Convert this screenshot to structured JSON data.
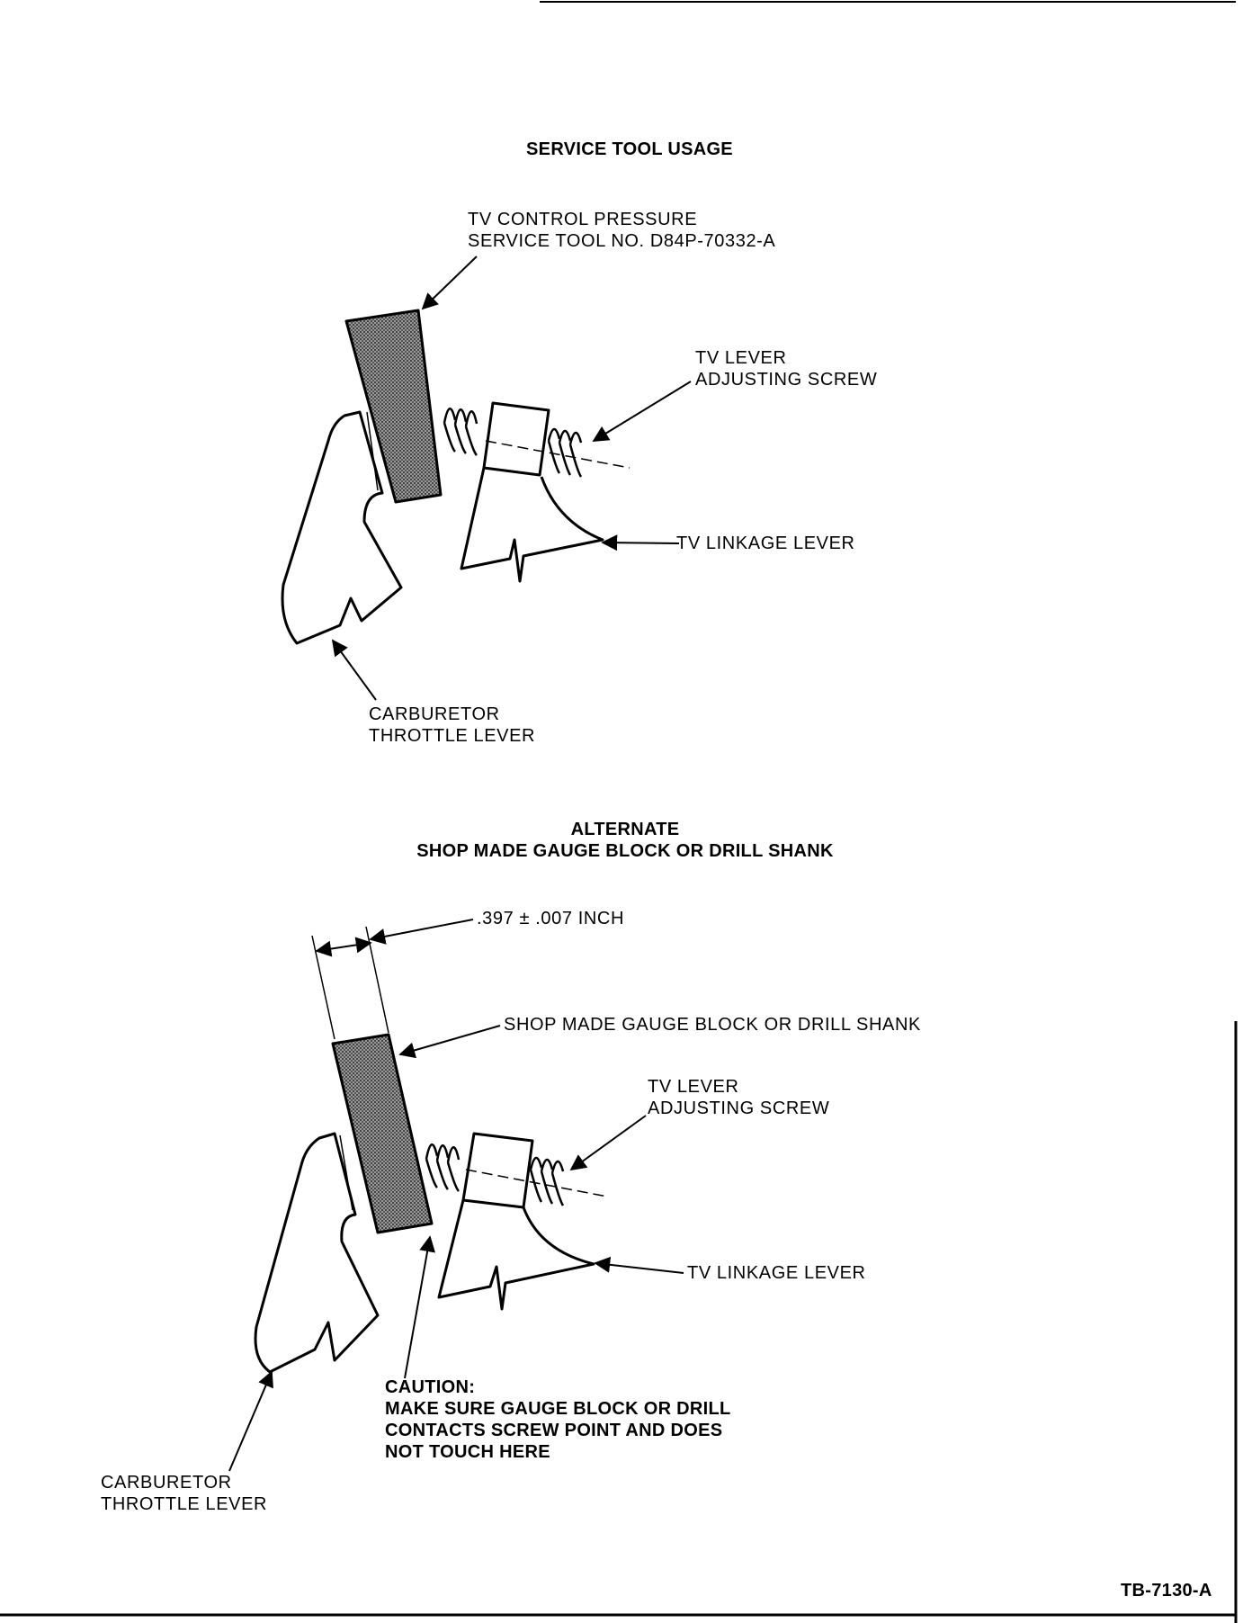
{
  "figure": {
    "section1_title": "SERVICE TOOL USAGE",
    "section2_title_line1": "ALTERNATE",
    "section2_title_line2": "SHOP MADE GAUGE BLOCK OR DRILL SHANK",
    "figure_id": "TB-7130-A"
  },
  "diagram1": {
    "tool_label_line1": "TV CONTROL PRESSURE",
    "tool_label_line2": "SERVICE  TOOL NO. D84P-70332-A",
    "screw_label_line1": "TV LEVER",
    "screw_label_line2": "ADJUSTING SCREW",
    "linkage_label": "TV LINKAGE LEVER",
    "throttle_label_line1": "CARBURETOR",
    "throttle_label_line2": "THROTTLE LEVER"
  },
  "diagram2": {
    "dimension_label": ".397 ± .007 INCH",
    "gauge_label": "SHOP MADE GAUGE BLOCK OR DRILL SHANK",
    "screw_label_line1": "TV LEVER",
    "screw_label_line2": "ADJUSTING SCREW",
    "linkage_label": "TV LINKAGE LEVER",
    "caution_line1": "CAUTION:",
    "caution_line2": "MAKE SURE GAUGE BLOCK OR DRILL",
    "caution_line3": "CONTACTS SCREW POINT AND DOES",
    "caution_line4": "NOT TOUCH HERE",
    "throttle_label_line1": "CARBURETOR",
    "throttle_label_line2": "THROTTLE LEVER"
  }
}
